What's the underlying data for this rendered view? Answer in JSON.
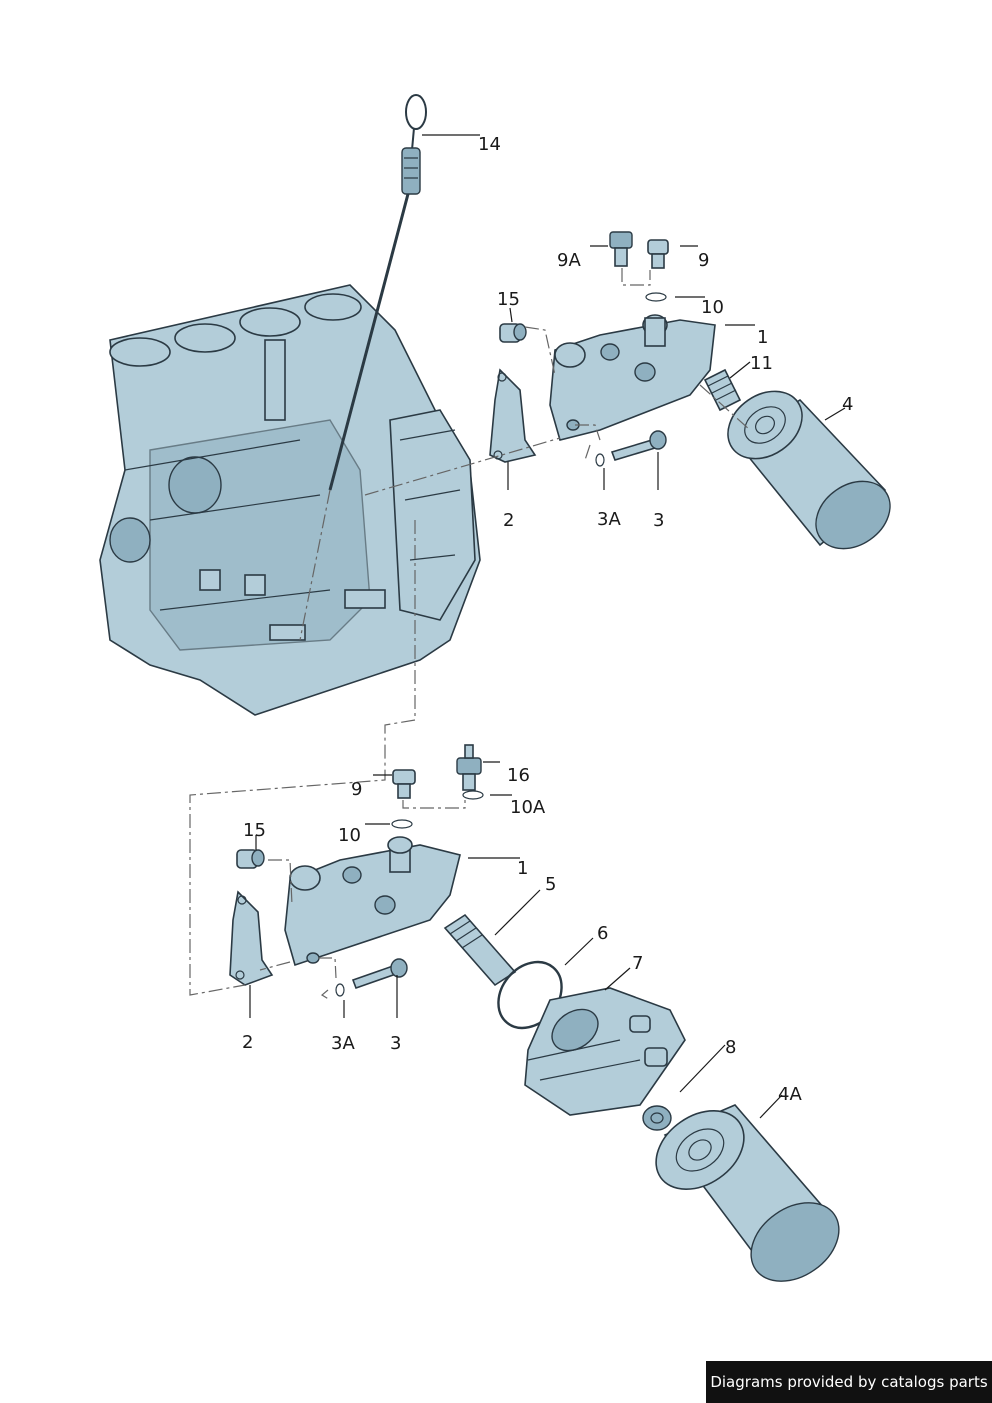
{
  "callouts": [
    {
      "id": "14"
    },
    {
      "id": "9A"
    },
    {
      "id": "9"
    },
    {
      "id": "15"
    },
    {
      "id": "10"
    },
    {
      "id": "1"
    },
    {
      "id": "11"
    },
    {
      "id": "4"
    },
    {
      "id": "2"
    },
    {
      "id": "3A"
    },
    {
      "id": "3"
    },
    {
      "id": "16"
    },
    {
      "id": "9"
    },
    {
      "id": "10A"
    },
    {
      "id": "15"
    },
    {
      "id": "10"
    },
    {
      "id": "1"
    },
    {
      "id": "5"
    },
    {
      "id": "6"
    },
    {
      "id": "7"
    },
    {
      "id": "8"
    },
    {
      "id": "4A"
    },
    {
      "id": "2"
    },
    {
      "id": "3A"
    },
    {
      "id": "3"
    }
  ],
  "credit": "Diagrams provided by catalogs parts",
  "colors": {
    "part_fill": "#b3cdd9",
    "outline": "#2b3a44",
    "credit_bg": "#111111"
  }
}
